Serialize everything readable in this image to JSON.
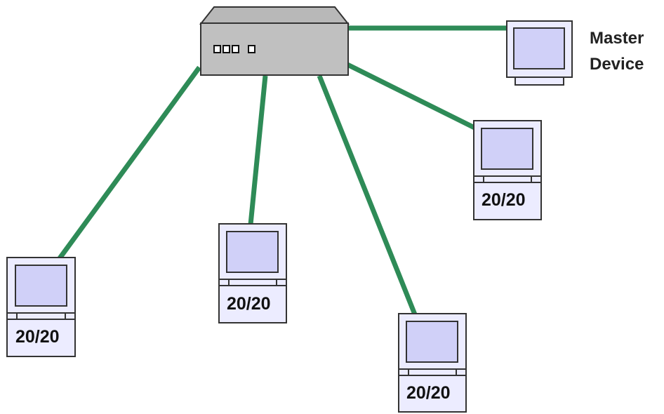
{
  "hub": {
    "icon": "network-switch-icon",
    "port_count": 4
  },
  "master": {
    "label_line1": "Master",
    "label_line2": "Device",
    "icon": "monitor-icon"
  },
  "devices": [
    {
      "id": "device-1",
      "label": "20/20",
      "icon": "terminal-icon"
    },
    {
      "id": "device-2",
      "label": "20/20",
      "icon": "terminal-icon"
    },
    {
      "id": "device-3",
      "label": "20/20",
      "icon": "terminal-icon"
    },
    {
      "id": "device-4",
      "label": "20/20",
      "icon": "terminal-icon"
    }
  ],
  "colors": {
    "link": "#2e8b57",
    "screen_fill": "#d0d0f8",
    "device_body": "#ececff",
    "device_outline": "#333333",
    "hub_body": "#c0c0c0",
    "hub_top": "#b8b8b8",
    "hub_outline": "#333333"
  }
}
